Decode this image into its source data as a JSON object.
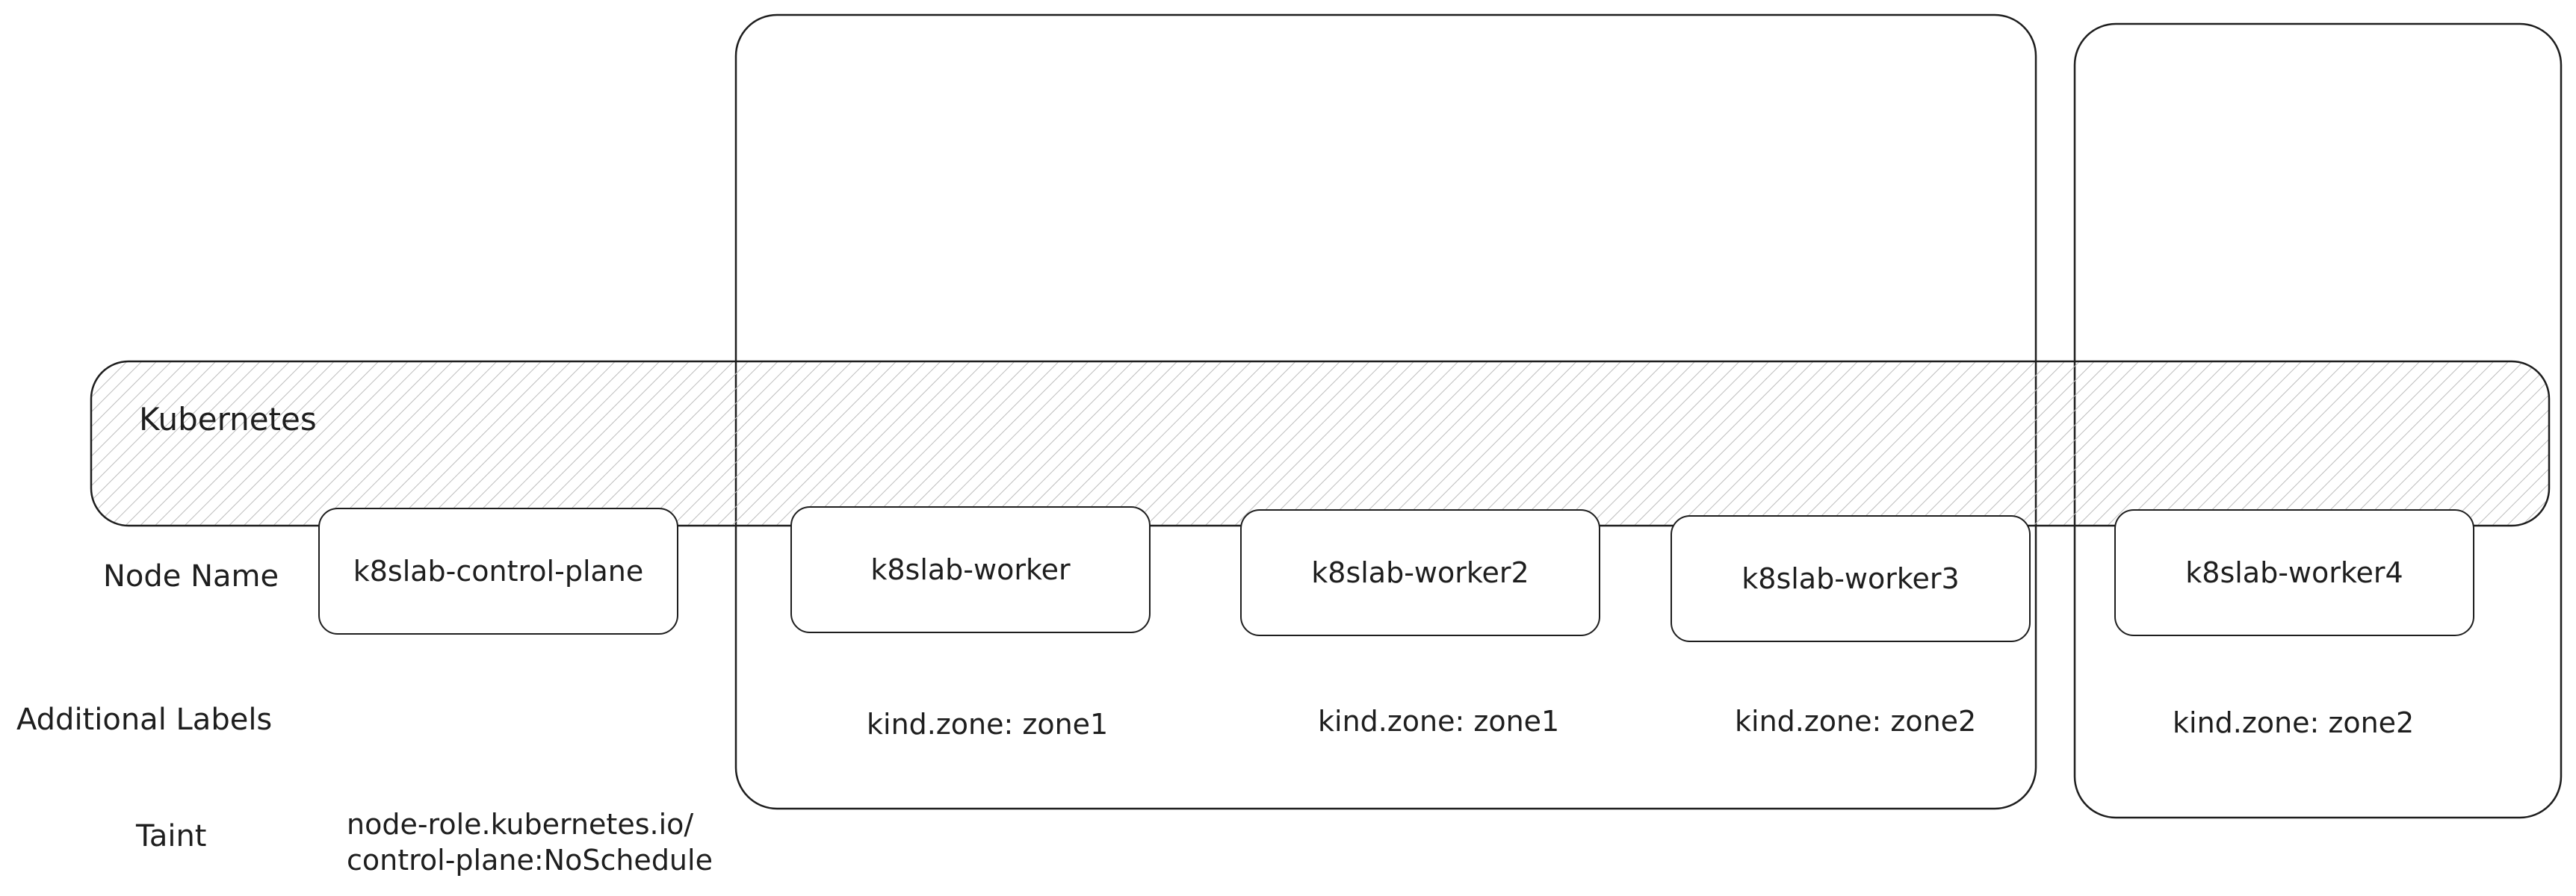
{
  "colors": {
    "stroke": "#1e1e1e",
    "background": "#ffffff"
  },
  "cluster": {
    "label": "Kubernetes"
  },
  "row_labels": {
    "node_name": "Node Name",
    "additional_labels": "Additional Labels",
    "taint": "Taint"
  },
  "nodes": [
    {
      "name": "k8slab-control-plane",
      "label": "",
      "taint_line1": "node-role.kubernetes.io/",
      "taint_line2": "control-plane:NoSchedule"
    },
    {
      "name": "k8slab-worker",
      "label": "kind.zone: zone1"
    },
    {
      "name": "k8slab-worker2",
      "label": "kind.zone: zone1"
    },
    {
      "name": "k8slab-worker3",
      "label": "kind.zone: zone2"
    },
    {
      "name": "k8slab-worker4",
      "label": "kind.zone: zone2"
    }
  ]
}
